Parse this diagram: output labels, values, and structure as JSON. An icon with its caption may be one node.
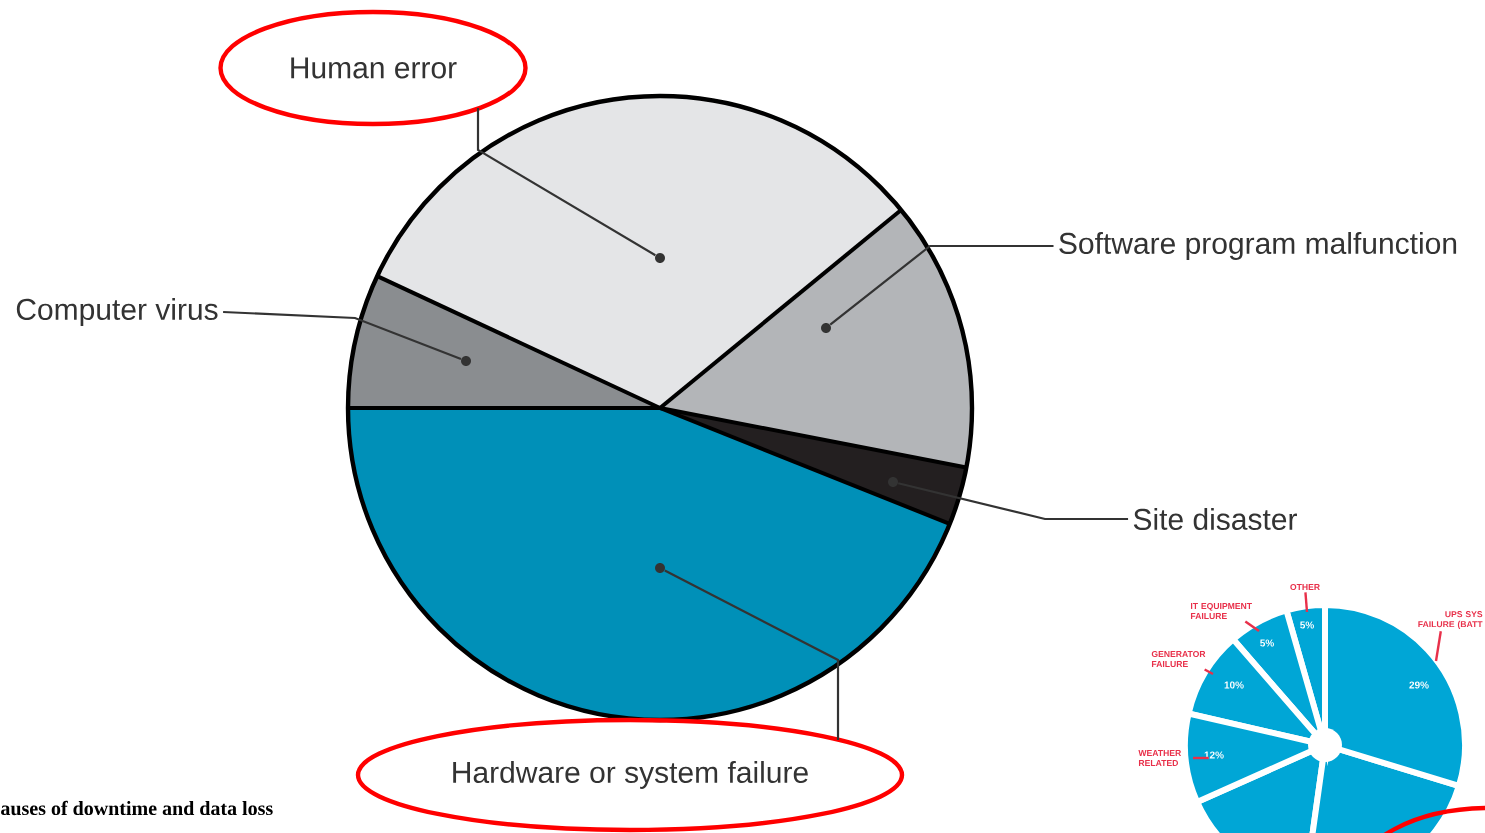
{
  "diagram": {
    "nodes": [
      {
        "text": [
          "Human error"
        ]
      },
      {
        "text": [
          "Software program malfunction"
        ]
      },
      {
        "text": [
          "Computer virus"
        ]
      },
      {
        "text": [
          "Site disaster"
        ]
      },
      {
        "text": [
          "Hardware or system failure"
        ]
      },
      {
        "text": [],
        "shape": "dot"
      },
      {
        "text": [],
        "shape": "dot"
      },
      {
        "text": [],
        "shape": "dot"
      },
      {
        "text": [],
        "shape": "dot"
      },
      {
        "text": [],
        "shape": "dot"
      },
      {
        "text": [
          "OTHER"
        ]
      },
      {
        "text": [
          "IT EQUIPMENT FAILURE"
        ]
      },
      {
        "text": [
          "UPS SYS FAILURE (BATT"
        ]
      },
      {
        "text": [
          "GENERATOR FAILURE"
        ]
      },
      {
        "text": [
          "WEATHER RELATED"
        ]
      },
      {
        "text": [
          "5%"
        ]
      },
      {
        "text": [
          "5%"
        ]
      },
      {
        "text": [
          "29%"
        ]
      },
      {
        "text": [
          "10%"
        ]
      },
      {
        "text": [
          "12%"
        ]
      },
      {
        "text": [],
        "shape": "ellipse"
      }
    ],
    "edges": [
      {
        "from": 0,
        "to": 5,
        "arrow": "none"
      },
      {
        "from": 1,
        "to": 6,
        "arrow": "none"
      },
      {
        "from": 2,
        "to": 7,
        "arrow": "none"
      },
      {
        "from": 3,
        "to": 8,
        "arrow": "none"
      },
      {
        "from": 4,
        "to": 9,
        "arrow": "none"
      },
      {
        "from": 10,
        "to": 15,
        "arrow": "none",
        "color": "#e8304a"
      },
      {
        "from": 11,
        "to": 16,
        "arrow": "none",
        "color": "#e8304a"
      },
      {
        "from": 12,
        "to": 17,
        "arrow": "none",
        "color": "#e8304a"
      },
      {
        "from": 13,
        "to": 18,
        "arrow": "none",
        "color": "#e8304a"
      },
      {
        "from": 14,
        "to": 19,
        "arrow": "none",
        "color": "#e8304a"
      }
    ],
    "labels": [
      "auses of downtime and data loss"
    ]
  }
}
